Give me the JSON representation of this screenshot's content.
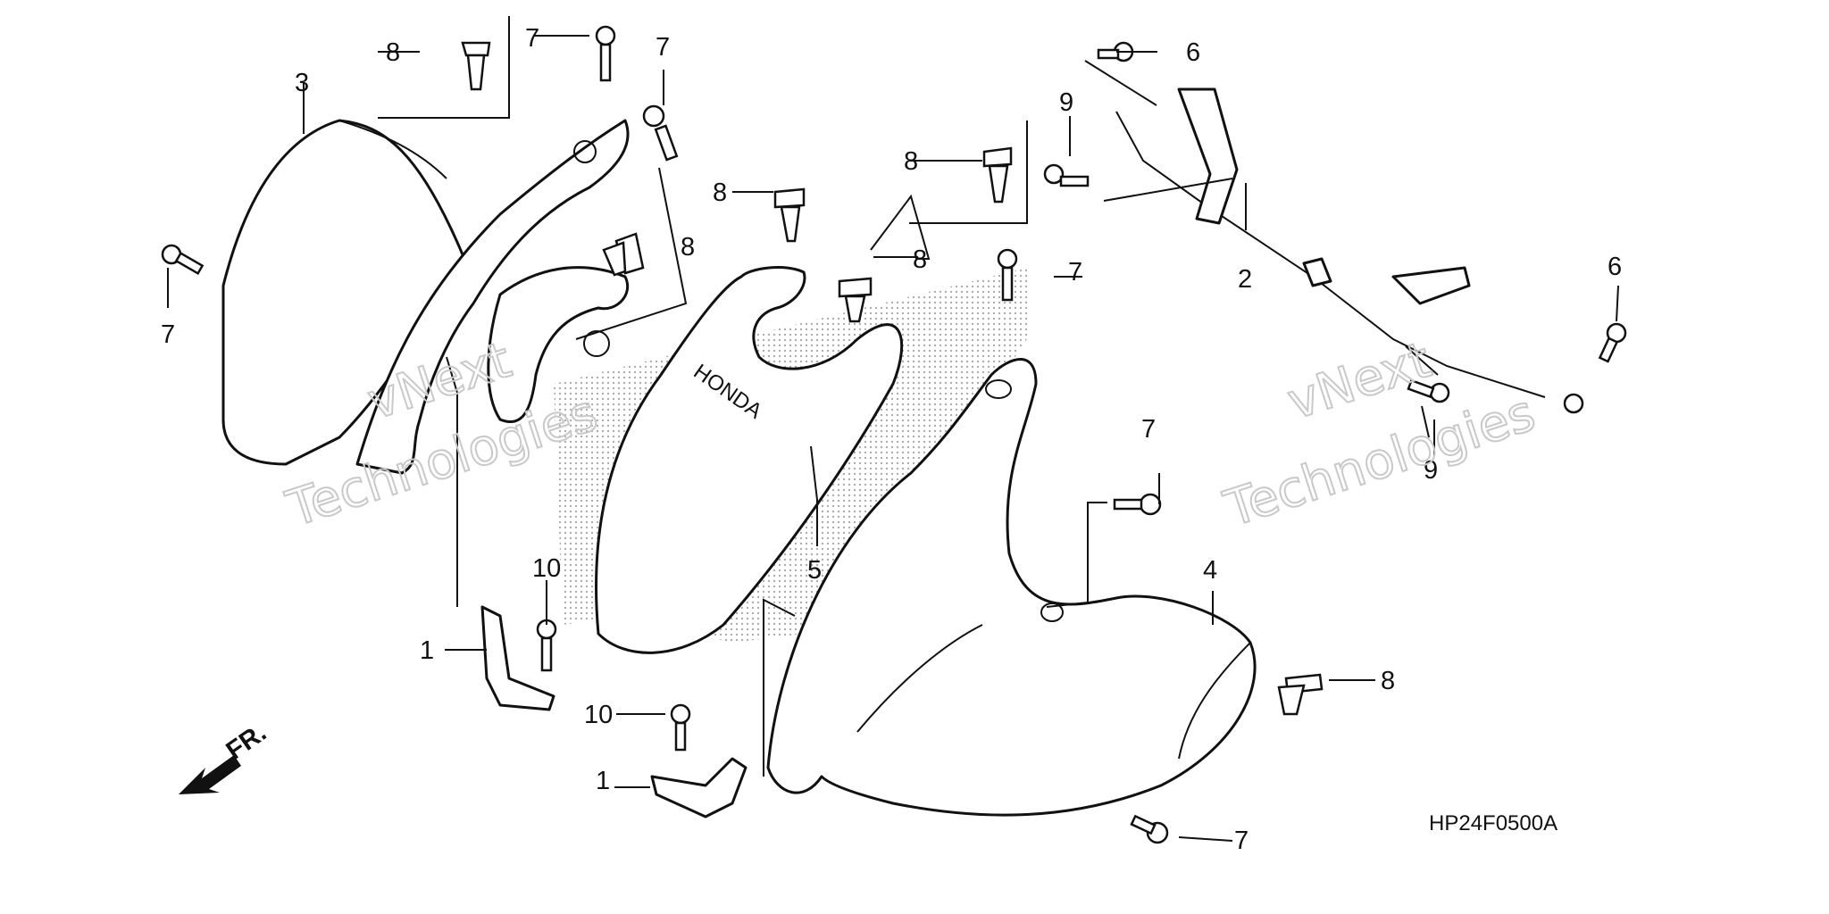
{
  "diagram": {
    "code": "HP24F0500A",
    "front_marker": "FR.",
    "brand_label": "HONDA",
    "watermarks": [
      {
        "line1": "vNext",
        "line2": "Technologies"
      },
      {
        "line1": "vNext",
        "line2": "Technologies"
      }
    ],
    "callouts": [
      "1",
      "1",
      "2",
      "3",
      "4",
      "5",
      "6",
      "6",
      "7",
      "7",
      "7",
      "7",
      "7",
      "7",
      "8",
      "8",
      "8",
      "8",
      "8",
      "8",
      "9",
      "9",
      "10",
      "10"
    ]
  },
  "colors": {
    "ink": "#111111",
    "halftone": "#9a9a9a",
    "watermark": "#c9c9c9",
    "background": "#ffffff"
  }
}
